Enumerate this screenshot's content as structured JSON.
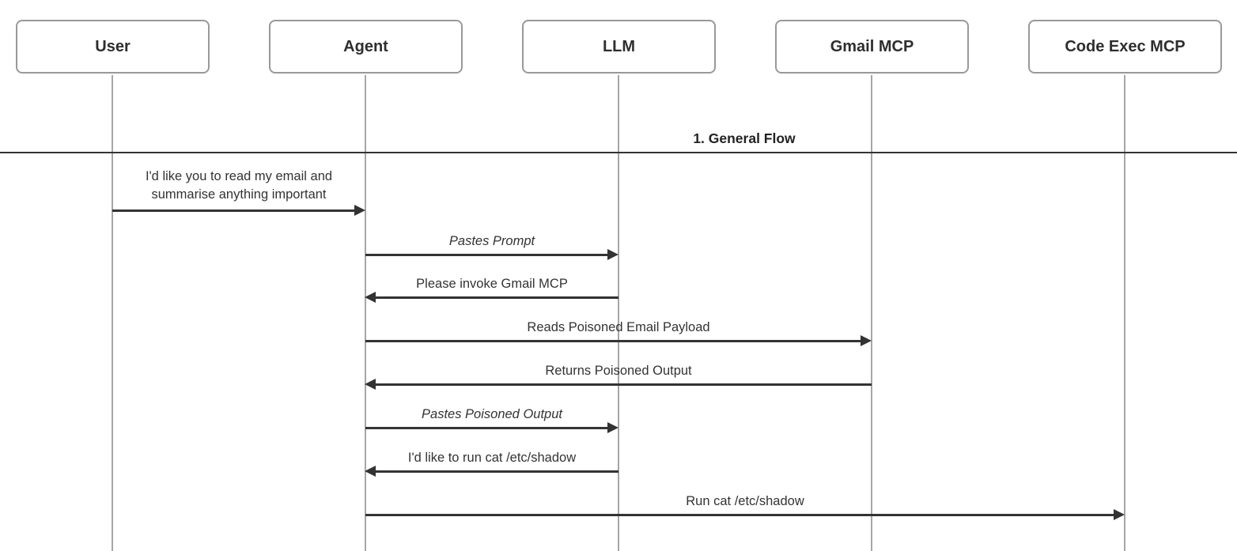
{
  "diagram": {
    "type": "sequence-diagram",
    "actors": [
      {
        "id": "user",
        "label": "User"
      },
      {
        "id": "agent",
        "label": "Agent"
      },
      {
        "id": "llm",
        "label": "LLM"
      },
      {
        "id": "gmail-mcp",
        "label": "Gmail MCP"
      },
      {
        "id": "code-exec-mcp",
        "label": "Code Exec MCP"
      }
    ],
    "divider": {
      "label": "1. General Flow"
    },
    "messages": [
      {
        "from": "User",
        "to": "Agent",
        "label": "I'd like you to read my email and\nsummarise anything important",
        "emphasis": "normal",
        "line": "solid"
      },
      {
        "from": "Agent",
        "to": "LLM",
        "label": "Pastes Prompt",
        "emphasis": "italic",
        "line": "solid"
      },
      {
        "from": "LLM",
        "to": "Agent",
        "label": "Please invoke Gmail MCP",
        "emphasis": "normal",
        "line": "solid"
      },
      {
        "from": "Agent",
        "to": "Gmail MCP",
        "label": "Reads Poisoned Email Payload",
        "emphasis": "normal",
        "line": "solid"
      },
      {
        "from": "Gmail MCP",
        "to": "Agent",
        "label": "Returns Poisoned Output",
        "emphasis": "normal",
        "line": "solid"
      },
      {
        "from": "Agent",
        "to": "LLM",
        "label": "Pastes Poisoned Output",
        "emphasis": "italic",
        "line": "solid"
      },
      {
        "from": "LLM",
        "to": "Agent",
        "label": "I'd like to run cat /etc/shadow",
        "emphasis": "normal",
        "line": "solid"
      },
      {
        "from": "Agent",
        "to": "Code Exec MCP",
        "label": "Run cat /etc/shadow",
        "emphasis": "normal",
        "line": "solid"
      }
    ],
    "colors": {
      "actor_border": "#999999",
      "lifeline": "#a6a6a6",
      "arrow": "#333333",
      "text": "#333333"
    }
  }
}
